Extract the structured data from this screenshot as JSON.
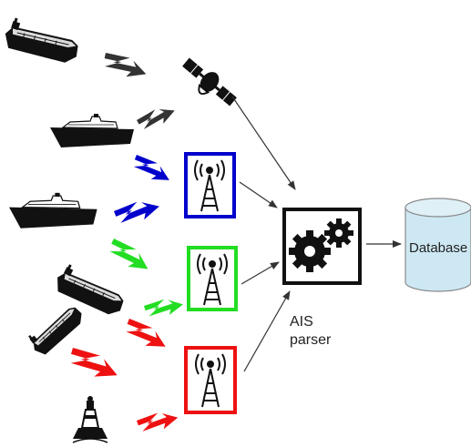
{
  "diagram": {
    "parser_label_line1": "AIS",
    "parser_label_line2": "parser",
    "database_label": "Database"
  },
  "colors": {
    "satellite_link": "#333333",
    "station_blue": "#0000cc",
    "station_green": "#22dd22",
    "station_red": "#ee1111",
    "database_fill": "#cde8f3",
    "arrow": "#333333"
  },
  "icons": {
    "ship": "ship-icon",
    "buoy": "buoy-icon",
    "satellite": "satellite-icon",
    "antenna": "antenna-tower-icon",
    "gears": "gears-icon",
    "database": "database-cylinder-icon"
  }
}
